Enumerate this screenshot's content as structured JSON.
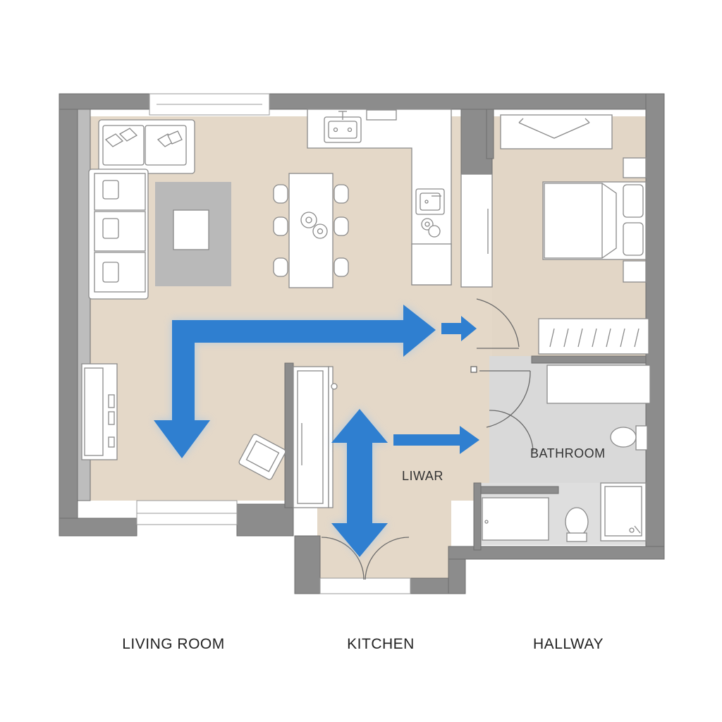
{
  "labels": {
    "bathroom": "BATHROOM",
    "liwar": "LIWAR",
    "living_room": "LIVING ROOM",
    "kitchen": "KITCHEN",
    "hallway": "HALLWAY"
  },
  "colors": {
    "wall": "#8c8c8c",
    "wall_edge": "#6e6e6e",
    "floor_wood": "#e4d8c8",
    "floor_tile": "#d9d9d9",
    "rug": "#b9b9b9",
    "furniture": "#ffffff",
    "furniture_stroke": "#8a8a8a",
    "arrow_blue": "#2f7fd0",
    "arrow_glow": "#8fc0f0"
  },
  "icons": [
    "sofa-icon",
    "sink-icon",
    "stove-icon",
    "bed-icon",
    "toilet-icon",
    "shower-icon",
    "wardrobe-icon",
    "door-swing-icon",
    "armchair-icon"
  ]
}
